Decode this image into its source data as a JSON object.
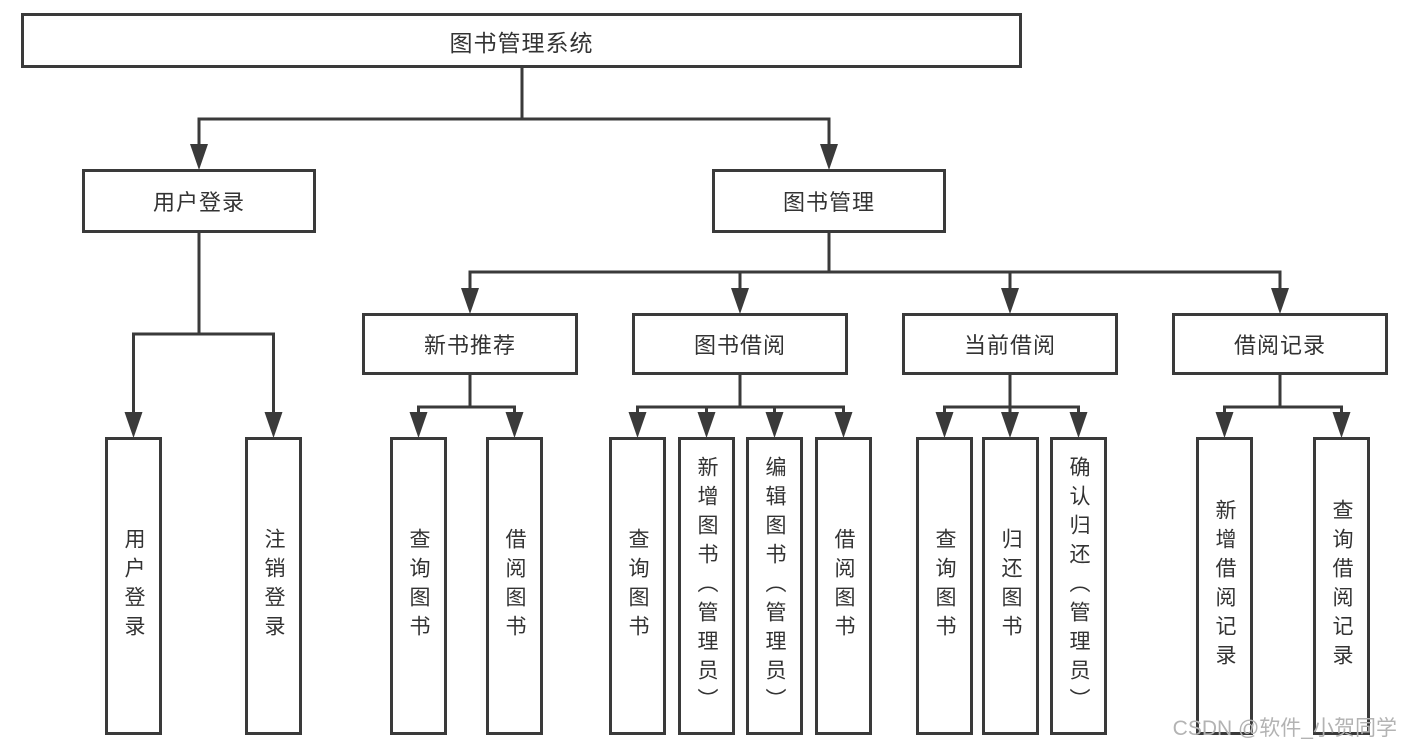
{
  "diagram": {
    "title": "图书管理系统",
    "root": {
      "label": "图书管理系统"
    },
    "level2": {
      "user_login": {
        "label": "用户登录"
      },
      "book_management": {
        "label": "图书管理"
      }
    },
    "level3": {
      "new_book_rec": {
        "label": "新书推荐"
      },
      "book_borrowing": {
        "label": "图书借阅"
      },
      "current_borrowing": {
        "label": "当前借阅"
      },
      "borrowing_records": {
        "label": "借阅记录"
      }
    },
    "leaves": {
      "user_login": [
        "用户登录",
        "注销登录"
      ],
      "new_book_rec": [
        "查询图书",
        "借阅图书"
      ],
      "book_borrowing": [
        "查询图书",
        "新增图书（管理员）",
        "编辑图书（管理员）",
        "借阅图书"
      ],
      "current_borrowing": [
        "查询图书",
        "归还图书",
        "确认归还（管理员）"
      ],
      "borrowing_records": [
        "新增借阅记录",
        "查询借阅记录"
      ]
    }
  },
  "watermark": "CSDN @软件_小贺同学",
  "colors": {
    "line": "#3a3a3a",
    "text": "#333333",
    "box_background": "#ffffff",
    "watermark": "#b3b3b3",
    "background": "#ffffff"
  }
}
